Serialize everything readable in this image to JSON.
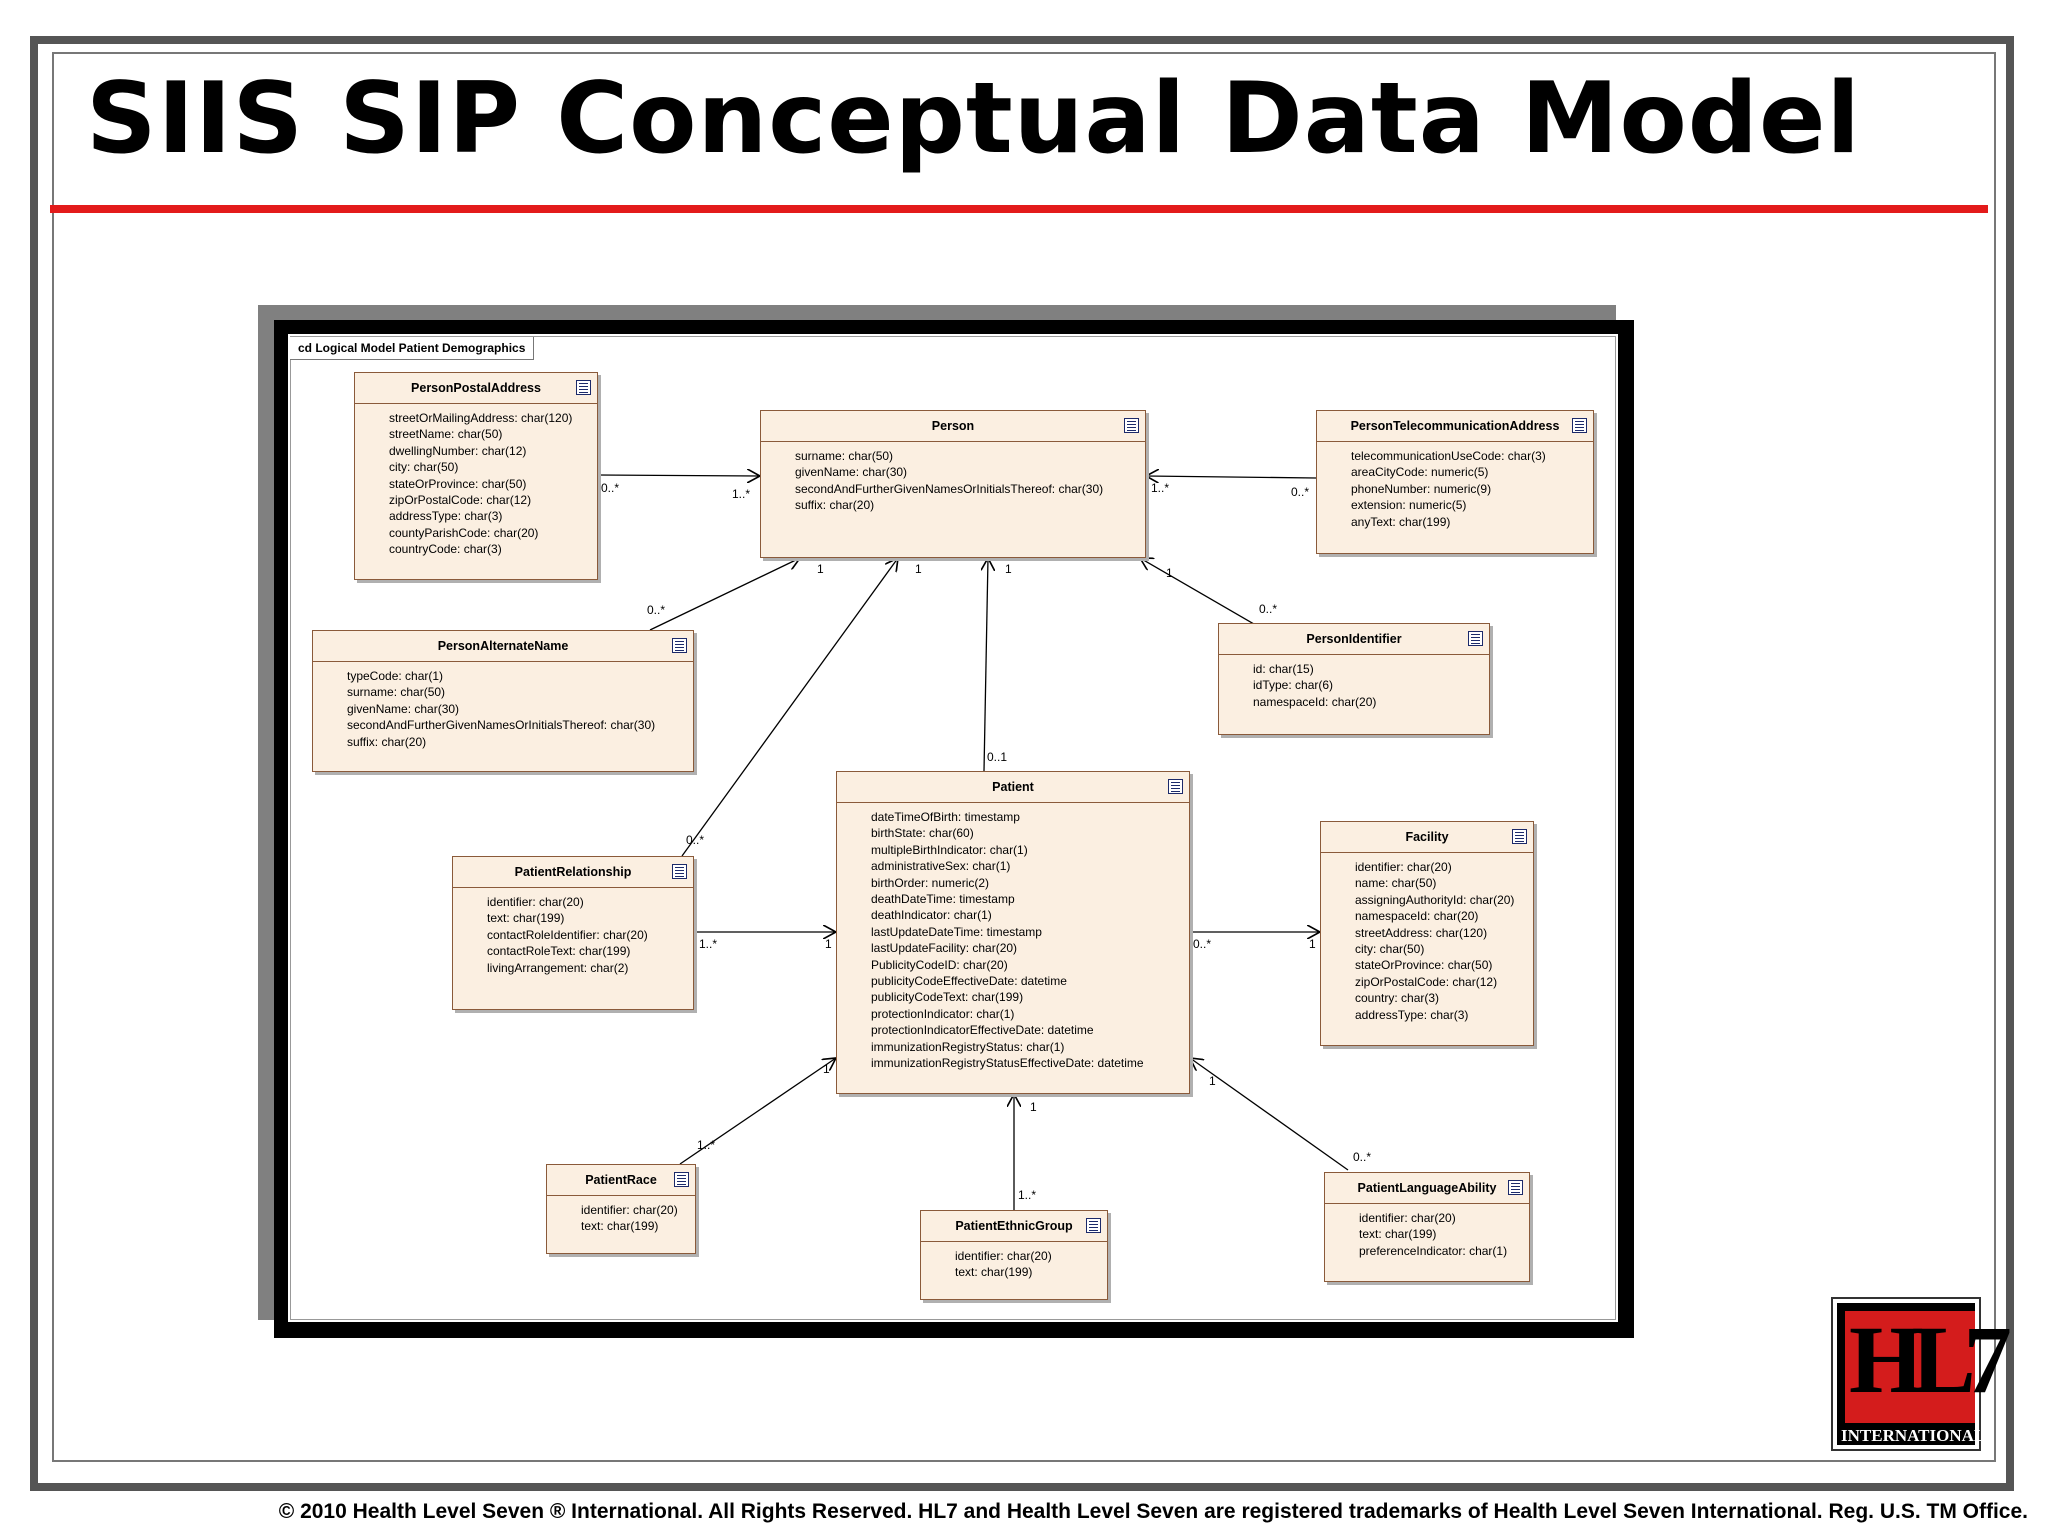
{
  "slide": {
    "title": "SIIS SIP Conceptual Data Model",
    "footer": "© 2010 Health Level Seven ® International. All Rights Reserved. HL7 and Health Level Seven are registered trademarks of Health Level Seven International. Reg. U.S. TM Office.",
    "accent_color": "#e31b1b"
  },
  "logo": {
    "mark": "HL7",
    "text": "INTERNATIONAL"
  },
  "diagram": {
    "frame_label": "cd Logical Model Patient Demographics",
    "entities": {
      "person_postal_address": {
        "name": "PersonPostalAddress",
        "attributes": [
          "streetOrMailingAddress: char(120)",
          "streetName: char(50)",
          "dwellingNumber: char(12)",
          "city: char(50)",
          "stateOrProvince: char(50)",
          "zipOrPostalCode: char(12)",
          "addressType: char(3)",
          "countyParishCode: char(20)",
          "countryCode: char(3)"
        ]
      },
      "person": {
        "name": "Person",
        "attributes": [
          "surname: char(50)",
          "givenName: char(30)",
          "secondAndFurtherGivenNamesOrInitialsThereof: char(30)",
          "suffix: char(20)"
        ]
      },
      "person_telecommunication_address": {
        "name": "PersonTelecommunicationAddress",
        "attributes": [
          "telecommunicationUseCode: char(3)",
          "areaCityCode: numeric(5)",
          "phoneNumber: numeric(9)",
          "extension: numeric(5)",
          "anyText: char(199)"
        ]
      },
      "person_alternate_name": {
        "name": "PersonAlternateName",
        "attributes": [
          "typeCode: char(1)",
          "surname: char(50)",
          "givenName: char(30)",
          "secondAndFurtherGivenNamesOrInitialsThereof: char(30)",
          "suffix: char(20)"
        ]
      },
      "person_identifier": {
        "name": "PersonIdentifier",
        "attributes": [
          "id: char(15)",
          "idType: char(6)",
          "namespaceId: char(20)"
        ]
      },
      "patient": {
        "name": "Patient",
        "attributes": [
          "dateTimeOfBirth: timestamp",
          "birthState: char(60)",
          "multipleBirthIndicator: char(1)",
          "administrativeSex: char(1)",
          "birthOrder: numeric(2)",
          "deathDateTime: timestamp",
          "deathIndicator: char(1)",
          "lastUpdateDateTime: timestamp",
          "lastUpdateFacility: char(20)",
          "PublicityCodeID: char(20)",
          "publicityCodeEffectiveDate: datetime",
          "publicityCodeText: char(199)",
          "protectionIndicator: char(1)",
          "protectionIndicatorEffectiveDate: datetime",
          "immunizationRegistryStatus: char(1)",
          "immunizationRegistryStatusEffectiveDate: datetime"
        ]
      },
      "patient_relationship": {
        "name": "PatientRelationship",
        "attributes": [
          "identifier: char(20)",
          "text: char(199)",
          "contactRoleIdentifier: char(20)",
          "contactRoleText: char(199)",
          "livingArrangement: char(2)"
        ]
      },
      "facility": {
        "name": "Facility",
        "attributes": [
          "identifier: char(20)",
          "name: char(50)",
          "assigningAuthorityId: char(20)",
          "namespaceId: char(20)",
          "streetAddress: char(120)",
          "city: char(50)",
          "stateOrProvince: char(50)",
          "zipOrPostalCode: char(12)",
          "country: char(3)",
          "addressType: char(3)"
        ]
      },
      "patient_race": {
        "name": "PatientRace",
        "attributes": [
          "identifier: char(20)",
          "text: char(199)"
        ]
      },
      "patient_ethnic_group": {
        "name": "PatientEthnicGroup",
        "attributes": [
          "identifier: char(20)",
          "text: char(199)"
        ]
      },
      "patient_language_ability": {
        "name": "PatientLanguageAbility",
        "attributes": [
          "identifier: char(20)",
          "text: char(199)",
          "preferenceIndicator: char(1)"
        ]
      }
    },
    "multiplicities": {
      "postal_source": "0..*",
      "postal_target": "1..*",
      "telecom_source": "0..*",
      "telecom_target": "1..*",
      "altname_source": "0..*",
      "altname_target": "1",
      "relationship_person_source": "0..*",
      "relationship_person_target": "1",
      "patient_person_source": "0..1",
      "patient_person_target": "1",
      "identifier_source": "0..*",
      "identifier_target": "1",
      "relationship_patient_source": "1..*",
      "relationship_patient_target": "1",
      "patient_facility_source": "0..*",
      "patient_facility_target": "1",
      "race_source": "1..*",
      "race_target": "1",
      "ethnic_source": "1..*",
      "ethnic_target": "1",
      "language_source": "0..*",
      "language_target": "1"
    }
  }
}
